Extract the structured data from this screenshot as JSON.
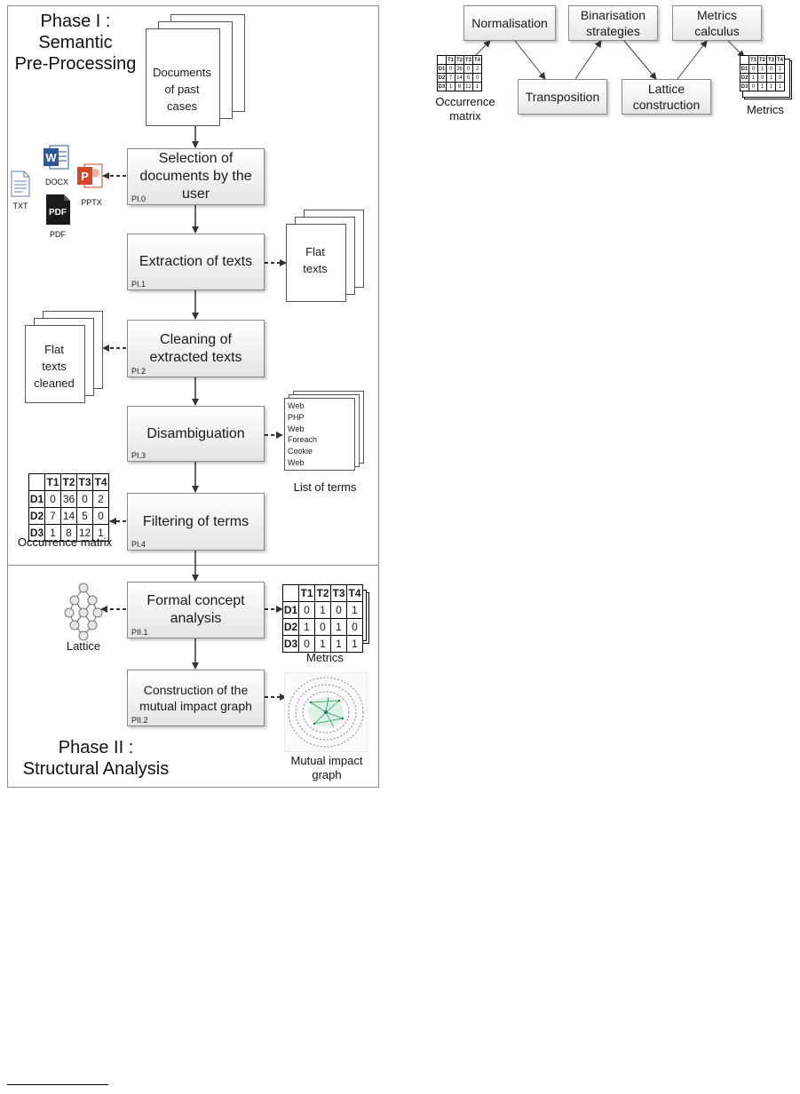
{
  "phase1": {
    "title_line1": "Phase I :",
    "title_line2": "Semantic",
    "title_line3": "Pre-Processing"
  },
  "phase2": {
    "title_line1": "Phase II :",
    "title_line2": "Structural Analysis"
  },
  "steps": {
    "pi0": {
      "label": "Selection of documents by the user",
      "code": "PI.0"
    },
    "pi1": {
      "label": "Extraction of texts",
      "code": "PI.1"
    },
    "pi2": {
      "label": "Cleaning of extracted texts",
      "code": "PI.2"
    },
    "pi3": {
      "label": "Disambiguation",
      "code": "PI.3"
    },
    "pi4": {
      "label": "Filtering of terms",
      "code": "PI.4"
    },
    "pii1": {
      "label": "Formal concept analysis",
      "code": "PII.1"
    },
    "pii2": {
      "label": "Construction of the mutual impact graph",
      "code": "PII.2"
    }
  },
  "documents": {
    "past_cases": {
      "line1": "Documents",
      "line2": "of past",
      "line3": "cases"
    },
    "flat_texts": {
      "line1": "Flat",
      "line2": "texts"
    },
    "flat_cleaned": {
      "line1": "Flat",
      "line2": "texts",
      "line3": "cleaned"
    }
  },
  "file_types": {
    "docx": "DOCX",
    "pptx": "PPTX",
    "txt": "TXT",
    "pdf": "PDF"
  },
  "terms": {
    "items": [
      "Web",
      "PHP",
      "Web",
      "Foreach",
      "Cookie",
      "Web"
    ],
    "caption": "List of terms"
  },
  "occurrence_matrix": {
    "caption": "Occurrence matrix",
    "header": [
      "",
      "T1",
      "T2",
      "T3",
      "T4"
    ],
    "rows": [
      [
        "D1",
        "0",
        "36",
        "0",
        "2"
      ],
      [
        "D2",
        "7",
        "14",
        "5",
        "0"
      ],
      [
        "D3",
        "1",
        "8",
        "12",
        "1"
      ]
    ]
  },
  "metrics_matrix": {
    "caption": "Metrics",
    "header": [
      "",
      "T1",
      "T2",
      "T3",
      "T4"
    ],
    "rows": [
      [
        "D1",
        "0",
        "1",
        "0",
        "1"
      ],
      [
        "D2",
        "1",
        "0",
        "1",
        "0"
      ],
      [
        "D3",
        "0",
        "1",
        "1",
        "1"
      ]
    ]
  },
  "lattice": {
    "caption": "Lattice"
  },
  "impact_graph": {
    "caption_line1": "Mutual impact",
    "caption_line2": "graph"
  },
  "metrics_flow": {
    "normalisation": "Normalisation",
    "transposition": "Transposition",
    "binarisation_line1": "Binarisation",
    "binarisation_line2": "strategies",
    "lattice_line1": "Lattice",
    "lattice_line2": "construction",
    "metrics_calc_line1": "Metrics",
    "metrics_calc_line2": "calculus",
    "occurrence_caption_line1": "Occurrence",
    "occurrence_caption_line2": "matrix",
    "metrics_caption": "Metrics"
  },
  "colors": {
    "word": "#2b579a",
    "powerpoint": "#d24726",
    "pdf": "#1a1a1a",
    "graph_green": "#1f9e5a"
  }
}
